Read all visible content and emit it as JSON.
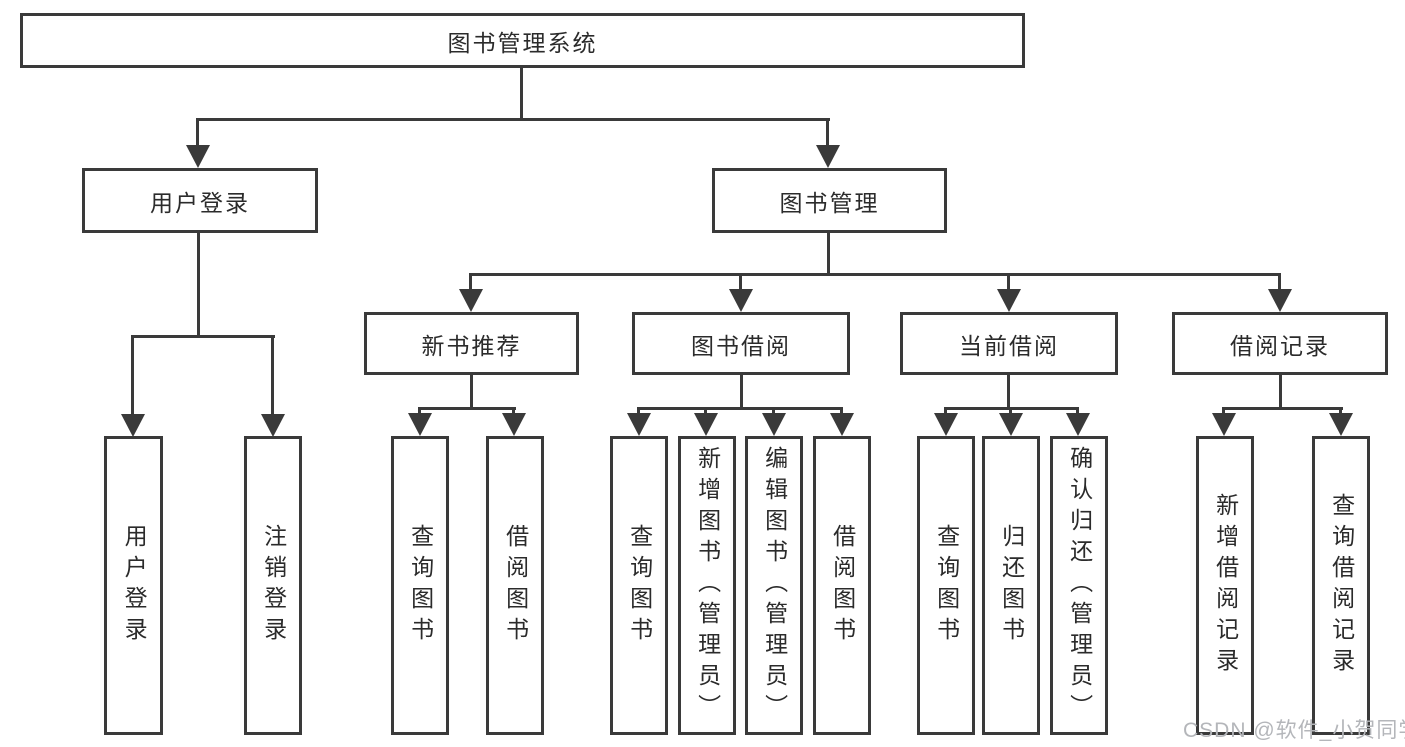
{
  "diagram": {
    "tree": {
      "label": "图书管理系统",
      "children": [
        {
          "label": "用户登录",
          "children": [
            {
              "label": "用户登录"
            },
            {
              "label": "注销登录"
            }
          ]
        },
        {
          "label": "图书管理",
          "children": [
            {
              "label": "新书推荐",
              "children": [
                {
                  "label": "查询图书"
                },
                {
                  "label": "借阅图书"
                }
              ]
            },
            {
              "label": "图书借阅",
              "children": [
                {
                  "label": "查询图书"
                },
                {
                  "label": "新增图书（管理员）"
                },
                {
                  "label": "编辑图书（管理员）"
                },
                {
                  "label": "借阅图书"
                }
              ]
            },
            {
              "label": "当前借阅",
              "children": [
                {
                  "label": "查询图书"
                },
                {
                  "label": "归还图书"
                },
                {
                  "label": "确认归还（管理员）"
                }
              ]
            },
            {
              "label": "借阅记录",
              "children": [
                {
                  "label": "新增借阅记录"
                },
                {
                  "label": "查询借阅记录"
                }
              ]
            }
          ]
        }
      ]
    },
    "watermark": "CSDN @软件_小贺同学",
    "colors": {
      "line": "#3a3a3a",
      "text": "#2b2b2b",
      "box_background": "#ffffff",
      "watermark": "#b4b6ba"
    }
  }
}
